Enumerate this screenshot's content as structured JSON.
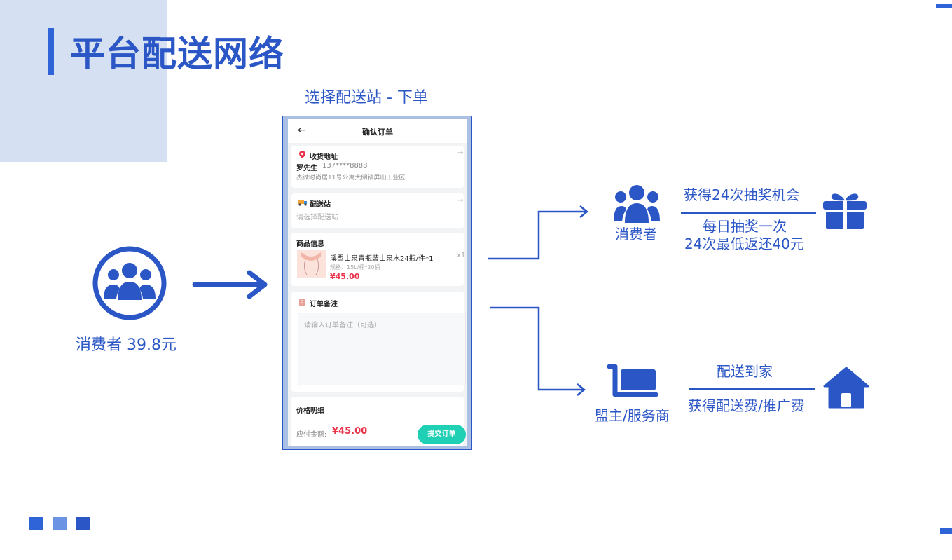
{
  "page": {
    "title": "平台配送网络",
    "order_caption": "选择配送站 - 下单"
  },
  "left": {
    "consumer_label": "消费者 39.8元"
  },
  "phone": {
    "header": "确认订单",
    "back_glyph": "←",
    "address": {
      "section_label": "收货地址",
      "name": "罗先生",
      "phone": "137****8888",
      "detail": "杰诚时尚居11号公寓大朗镇屏山工业区",
      "arrow": "→"
    },
    "station": {
      "section_label": "配送站",
      "placeholder": "请选择配送站",
      "arrow": "→"
    },
    "product": {
      "section_label": "商品信息",
      "name": "溪盟山泉青瓶装山泉水24瓶/件*1",
      "spec": "规格：15L/桶*20桶",
      "price": "¥45.00",
      "qty": "x1"
    },
    "note": {
      "section_label": "订单备注",
      "placeholder": "请输入订单备注（可选）"
    },
    "price_detail": {
      "section_label": "价格明细",
      "payable_label": "应付金额:",
      "payable_value": "¥45.00"
    },
    "submit_label": "提交订单"
  },
  "branch_top": {
    "role": "消费者",
    "reward_line": "获得24次抽奖机会",
    "desc_line1": "每日抽奖一次",
    "desc_line2": "24次最低返还40元",
    "icon": "gift-icon"
  },
  "branch_bottom": {
    "role": "盟主/服务商",
    "top_line": "配送到家",
    "bottom_line": "获得配送费/推广费",
    "icon": "house-icon"
  },
  "colors": {
    "primary": "#2b56c6",
    "accent": "#2f64d8",
    "light_bg": "#d6e0f3",
    "price_red": "#e8334a",
    "submit_teal": "#1fd0b4"
  }
}
